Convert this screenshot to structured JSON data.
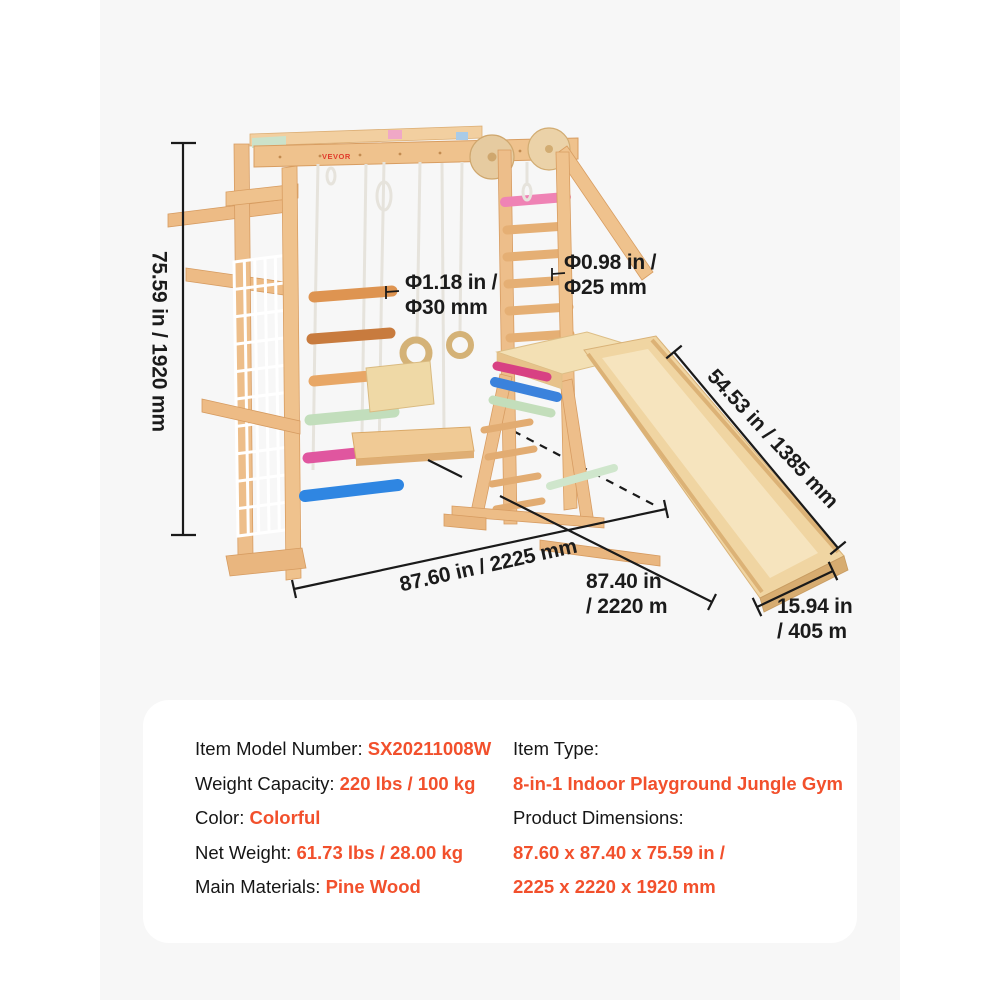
{
  "colors": {
    "accent": "#F2502C",
    "backdrop": "#F7F7F7",
    "dimension_line": "#1A1A1A",
    "wood": "#EFC28D",
    "net": "#FFFFFF"
  },
  "brand": {
    "logo_text": "VEVOR"
  },
  "annotations": {
    "height": "75.59 in / 1920 mm",
    "rung_diameter": [
      "Φ1.18 in /",
      "Φ30 mm"
    ],
    "ladder_rung_diameter": [
      "Φ0.98 in /",
      "Φ25 mm"
    ],
    "slide_length": "54.53 in / 1385 mm",
    "base_depth": "87.60 in / 2225 mm",
    "base_width": [
      "87.40 in",
      "/ 2220 m"
    ],
    "slide_width": [
      "15.94 in",
      "/ 405 m"
    ]
  },
  "specs": {
    "left": [
      {
        "label": "Item Model Number:",
        "value": "SX20211008W"
      },
      {
        "label": "Weight Capacity:",
        "value": "220 lbs / 100 kg"
      },
      {
        "label": "Color:",
        "value": "Colorful"
      },
      {
        "label": "Net Weight:",
        "value": "61.73 lbs / 28.00 kg"
      },
      {
        "label": "Main Materials:",
        "value": "Pine Wood"
      }
    ],
    "right": [
      {
        "label": "Item Type:",
        "value": ""
      },
      {
        "label": "",
        "value": "8-in-1 Indoor Playground Jungle Gym"
      },
      {
        "label": "Product Dimensions:",
        "value": ""
      },
      {
        "label": "",
        "value": "87.60 x 87.40 x 75.59 in /"
      },
      {
        "label": "",
        "value": "2225 x 2220 x 1920 mm"
      }
    ]
  }
}
